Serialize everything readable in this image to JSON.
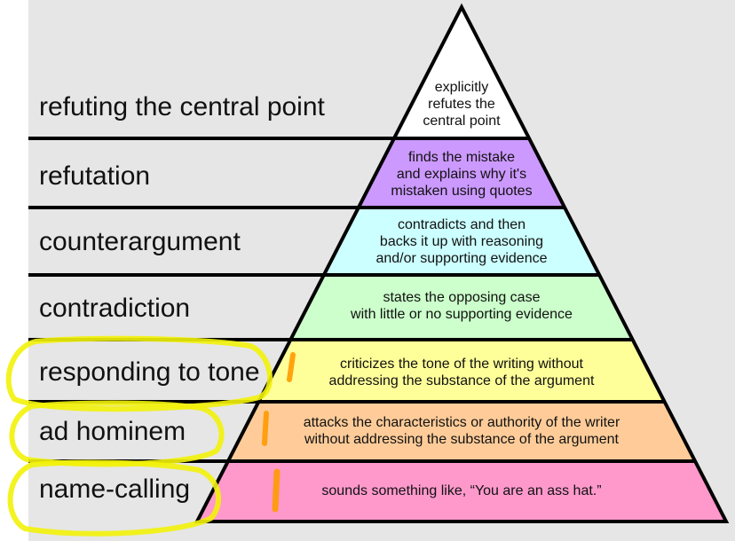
{
  "colors": {
    "background": "#e6e6e6",
    "outline": "#000000",
    "highlight_yellow": "#f2f20a",
    "highlight_orange": "#ff9a00"
  },
  "levels": [
    {
      "label": "refuting the central point",
      "description": "explicitly\nrefutes the\ncentral point",
      "fill": "#ffffff"
    },
    {
      "label": "refutation",
      "description": "finds the mistake\nand explains why it's\nmistaken using quotes",
      "fill": "#cc99ff"
    },
    {
      "label": "counterargument",
      "description": "contradicts and then\nbacks it up with reasoning\nand/or supporting evidence",
      "fill": "#ccffff"
    },
    {
      "label": "contradiction",
      "description": "states the opposing case\nwith little or no supporting evidence",
      "fill": "#ccffcc"
    },
    {
      "label": "responding to tone",
      "description": "criticizes the tone of the writing without\naddressing the substance of the argument",
      "fill": "#ffff99"
    },
    {
      "label": "ad hominem",
      "description": "attacks the characteristics or authority of the writer\nwithout addressing the substance of the argument",
      "fill": "#ffcc99"
    },
    {
      "label": "name-calling",
      "description": "sounds something like, “You are an ass hat.”",
      "fill": "#ff99cc"
    }
  ]
}
